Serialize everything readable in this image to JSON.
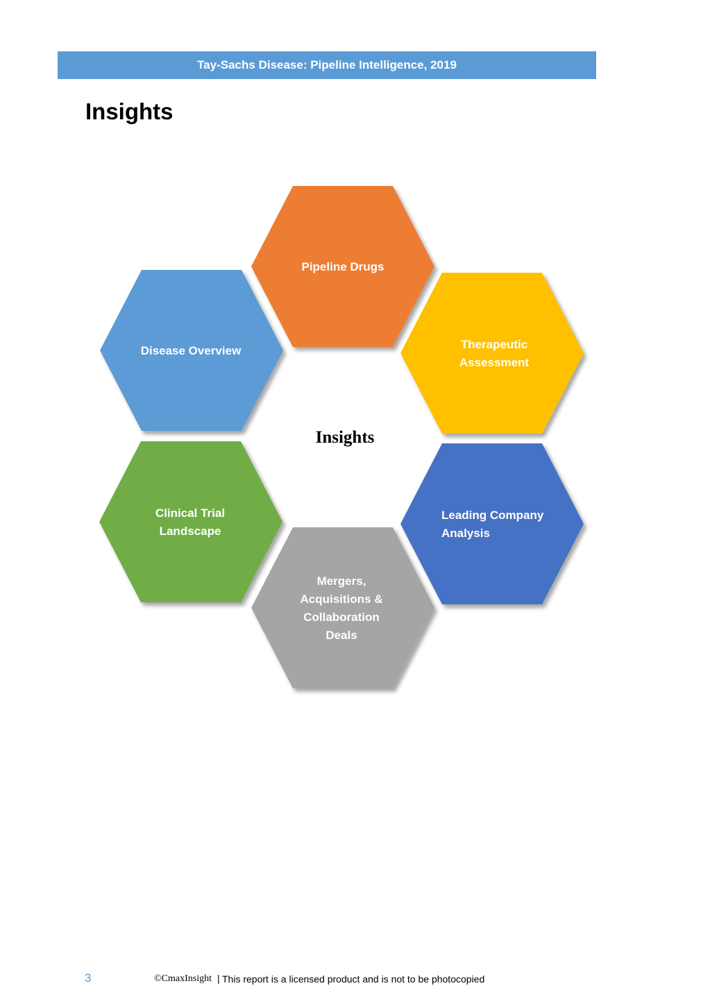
{
  "header": {
    "title": "Tay-Sachs Disease: Pipeline Intelligence, 2019"
  },
  "page_title": "Insights",
  "diagram": {
    "center_label": "Insights",
    "hexagons": [
      {
        "id": "pipeline-drugs",
        "lines": [
          "Pipeline Drugs"
        ],
        "color": "#ed7d31"
      },
      {
        "id": "therapeutic-assessment",
        "lines": [
          "Therapeutic",
          "Assessment"
        ],
        "color": "#ffc000"
      },
      {
        "id": "leading-company-analysis",
        "lines": [
          "Leading Company",
          "Analysis"
        ],
        "color": "#4472c4"
      },
      {
        "id": "mergers-acquisitions-deals",
        "lines": [
          "Mergers,",
          "Acquisitions &",
          "Collaboration",
          "Deals"
        ],
        "color": "#a5a5a5"
      },
      {
        "id": "clinical-trial-landscape",
        "lines": [
          "Clinical Trial",
          "Landscape"
        ],
        "color": "#70ad47"
      },
      {
        "id": "disease-overview",
        "lines": [
          "Disease Overview"
        ],
        "color": "#5b9bd5"
      }
    ]
  },
  "footer": {
    "page_number": "3",
    "brand": "©CmaxInsight",
    "separator": "|",
    "notice": "This report is a licensed product and is not to be photocopied"
  }
}
